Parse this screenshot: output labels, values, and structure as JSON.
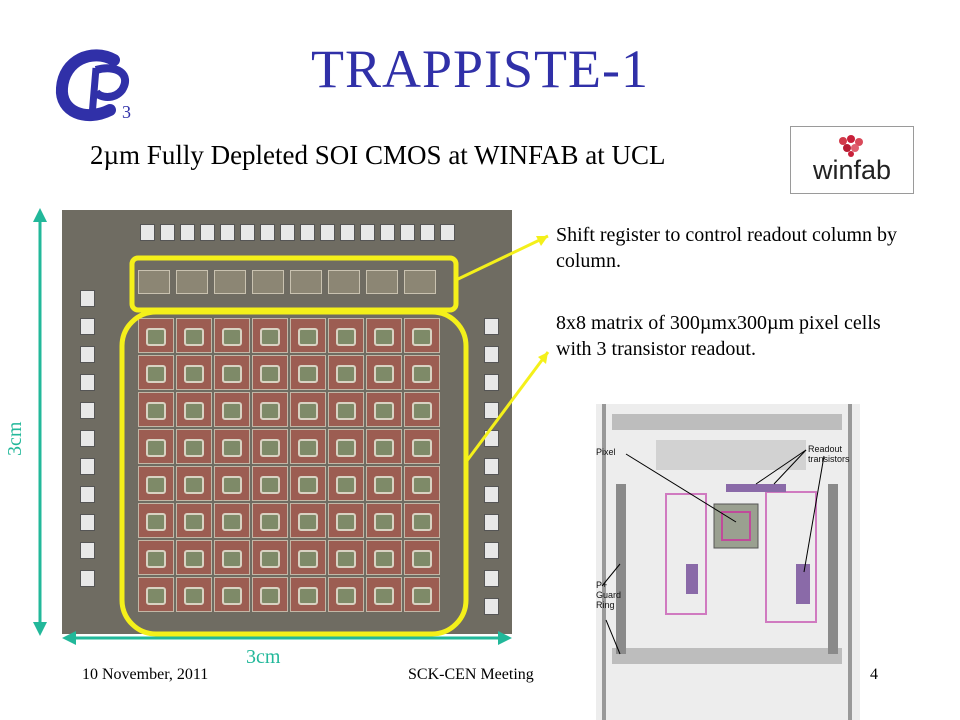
{
  "title": "TRAPPISTE-1",
  "subtitle": "2µm Fully Depleted SOI CMOS at WINFAB at UCL",
  "logos": {
    "left_logo_name": "cp3-logo",
    "right_logo_text": "winfab"
  },
  "annotations": {
    "shift_register": "Shift register to control readout column by column.",
    "pixel_matrix": "8x8 matrix of 300µmx300µm pixel cells with 3 transistor readout."
  },
  "dimensions": {
    "vertical": "3cm",
    "horizontal": "3cm"
  },
  "layout_labels": {
    "pixel": "Pixel",
    "readout": "Readout transistors",
    "guard_ring": "P+ Guard Ring"
  },
  "footer": {
    "date": "10 November, 2011",
    "event": "SCK-CEN Meeting",
    "page": "4"
  },
  "colors": {
    "title": "#3030a8",
    "highlight": "#f4f01a",
    "dimension": "#22b89a"
  }
}
